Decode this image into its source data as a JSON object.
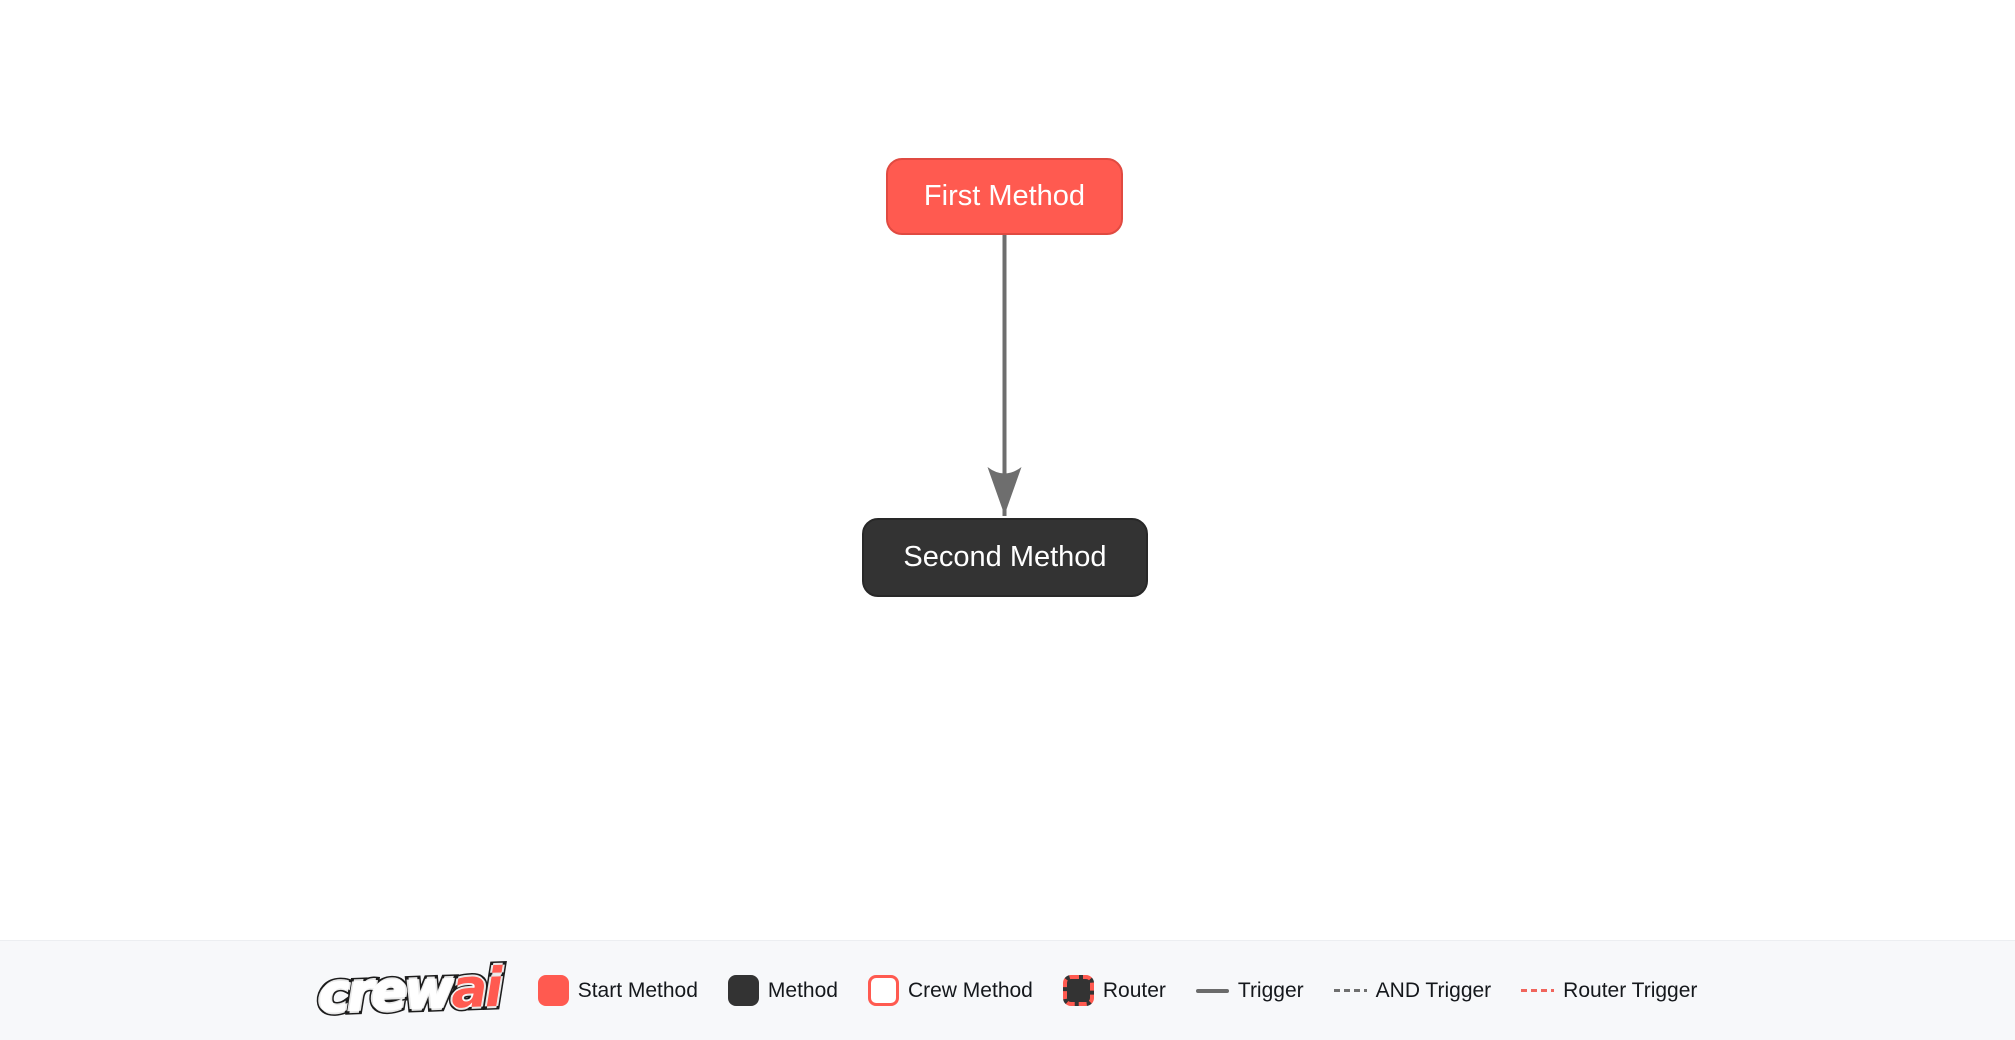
{
  "flow": {
    "nodes": [
      {
        "id": "first_method",
        "label": "First Method",
        "type": "start-method",
        "fill": "#ff5a50",
        "border": "#e04a41",
        "text_color": "#ffffff"
      },
      {
        "id": "second_method",
        "label": "Second Method",
        "type": "method",
        "fill": "#333333",
        "border": "#282828",
        "text_color": "#ffffff"
      }
    ],
    "edges": [
      {
        "from": "first_method",
        "to": "second_method",
        "type": "trigger",
        "color": "#6e6e6e"
      }
    ]
  },
  "legend": {
    "logo": {
      "crew": "crew",
      "ai": "ai"
    },
    "items": [
      {
        "label": "Start Method",
        "swatch": "start-method-swatch"
      },
      {
        "label": "Method",
        "swatch": "method-swatch"
      },
      {
        "label": "Crew Method",
        "swatch": "crew-method-swatch"
      },
      {
        "label": "Router",
        "swatch": "router-swatch"
      },
      {
        "label": "Trigger",
        "swatch": "trigger-line-swatch"
      },
      {
        "label": "AND Trigger",
        "swatch": "and-trigger-line-swatch"
      },
      {
        "label": "Router Trigger",
        "swatch": "router-trigger-line-swatch"
      }
    ],
    "colors": {
      "accent_red": "#ff5a50",
      "dark": "#333333",
      "trigger_gray": "#6b6b6b",
      "router_trigger_red": "#f0655c",
      "legend_background": "#f7f8fa"
    }
  }
}
